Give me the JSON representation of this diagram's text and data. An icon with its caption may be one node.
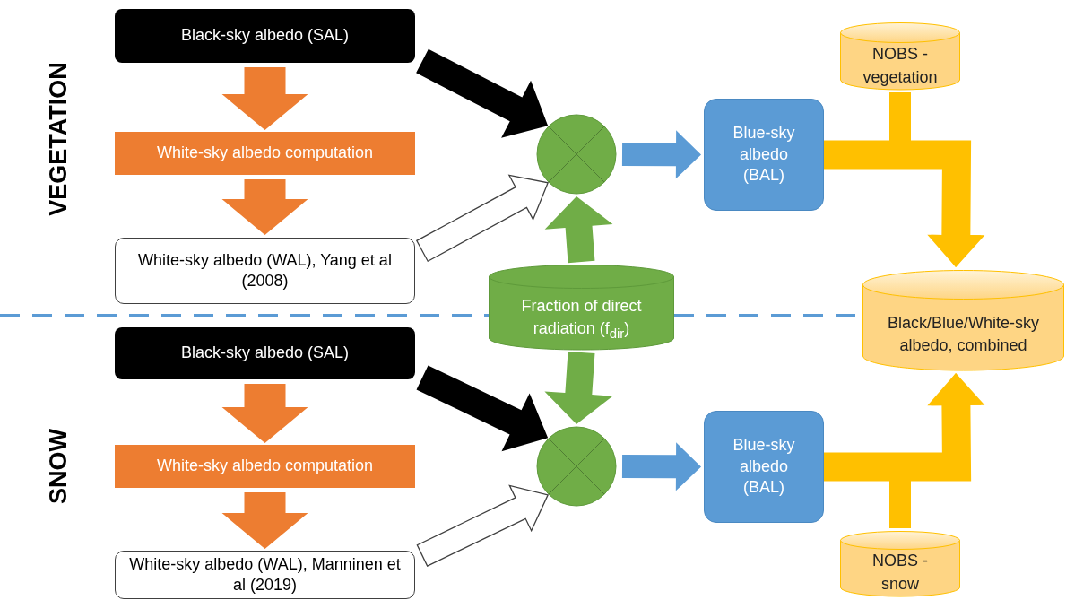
{
  "diagram": {
    "nodes": [
      {
        "text": [
          "Black-sky albedo (SAL)"
        ]
      },
      {
        "text": [
          "White-sky albedo computation"
        ]
      },
      {
        "text": [
          "White-sky albedo (WAL), Yang et al (2008)"
        ]
      },
      {
        "text": [],
        "shape": "circle"
      },
      {
        "text": [
          "Blue-sky albedo (BAL)"
        ]
      },
      {
        "text": [
          "NOBS - vegetation"
        ]
      },
      {
        "text": [
          "Fraction of direct radiation (f$_{dir}$)"
        ]
      },
      {
        "text": [
          "Black/Blue/White-sky albedo, combined"
        ]
      },
      {
        "text": [
          "Black-sky albedo (SAL)"
        ]
      },
      {
        "text": [
          "White-sky albedo computation"
        ]
      },
      {
        "text": [
          "White-sky albedo (WAL), Manninen et al (2019)"
        ]
      },
      {
        "text": [],
        "shape": "circle"
      },
      {
        "text": [
          "Blue-sky albedo (BAL)"
        ]
      },
      {
        "text": [
          "NOBS - snow"
        ]
      }
    ],
    "edges": [
      {
        "from": 0,
        "to": 1,
        "arrow": "to",
        "color": "#ed7d31"
      },
      {
        "from": 1,
        "to": 2,
        "arrow": "to",
        "color": "#ed7d31"
      },
      {
        "from": 0,
        "to": 3,
        "arrow": "to",
        "color": "#000000"
      },
      {
        "from": 2,
        "to": 3,
        "arrow": "to",
        "color": "#ffffff"
      },
      {
        "from": 6,
        "to": 3,
        "arrow": "to",
        "color": "#70ad47"
      },
      {
        "from": 3,
        "to": 4,
        "arrow": "to",
        "color": "#5b9bd5"
      },
      {
        "from": 4,
        "to": 7,
        "arrow": "to",
        "color": "#ffc000"
      },
      {
        "from": 5,
        "to": 7,
        "arrow": "to",
        "color": "#ffc000"
      },
      {
        "from": 8,
        "to": 9,
        "arrow": "to",
        "color": "#ed7d31"
      },
      {
        "from": 9,
        "to": 10,
        "arrow": "to",
        "color": "#ed7d31"
      },
      {
        "from": 8,
        "to": 11,
        "arrow": "to",
        "color": "#000000"
      },
      {
        "from": 10,
        "to": 11,
        "arrow": "to",
        "color": "#ffffff"
      },
      {
        "from": 6,
        "to": 11,
        "arrow": "to",
        "color": "#70ad47"
      },
      {
        "from": 11,
        "to": 12,
        "arrow": "to",
        "color": "#5b9bd5"
      },
      {
        "from": 12,
        "to": 7,
        "arrow": "to",
        "color": "#ffc000"
      },
      {
        "from": 13,
        "to": 7,
        "arrow": "to",
        "color": "#ffc000"
      }
    ],
    "labels": [
      "VEGETATION",
      "SNOW"
    ]
  }
}
